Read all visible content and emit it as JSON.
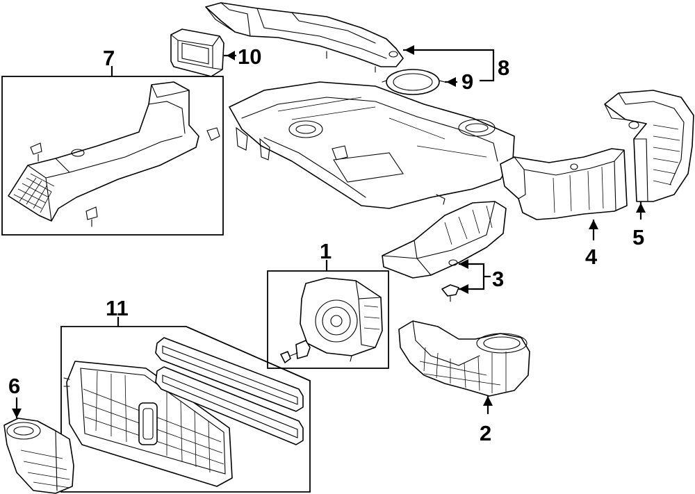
{
  "diagram": {
    "callouts": {
      "c1": "1",
      "c2": "2",
      "c3": "3",
      "c4": "4",
      "c5": "5",
      "c6": "6",
      "c7": "7",
      "c8": "8",
      "c9": "9",
      "c10": "10",
      "c11": "11"
    },
    "colors": {
      "line": "#000000",
      "background": "#ffffff"
    }
  }
}
